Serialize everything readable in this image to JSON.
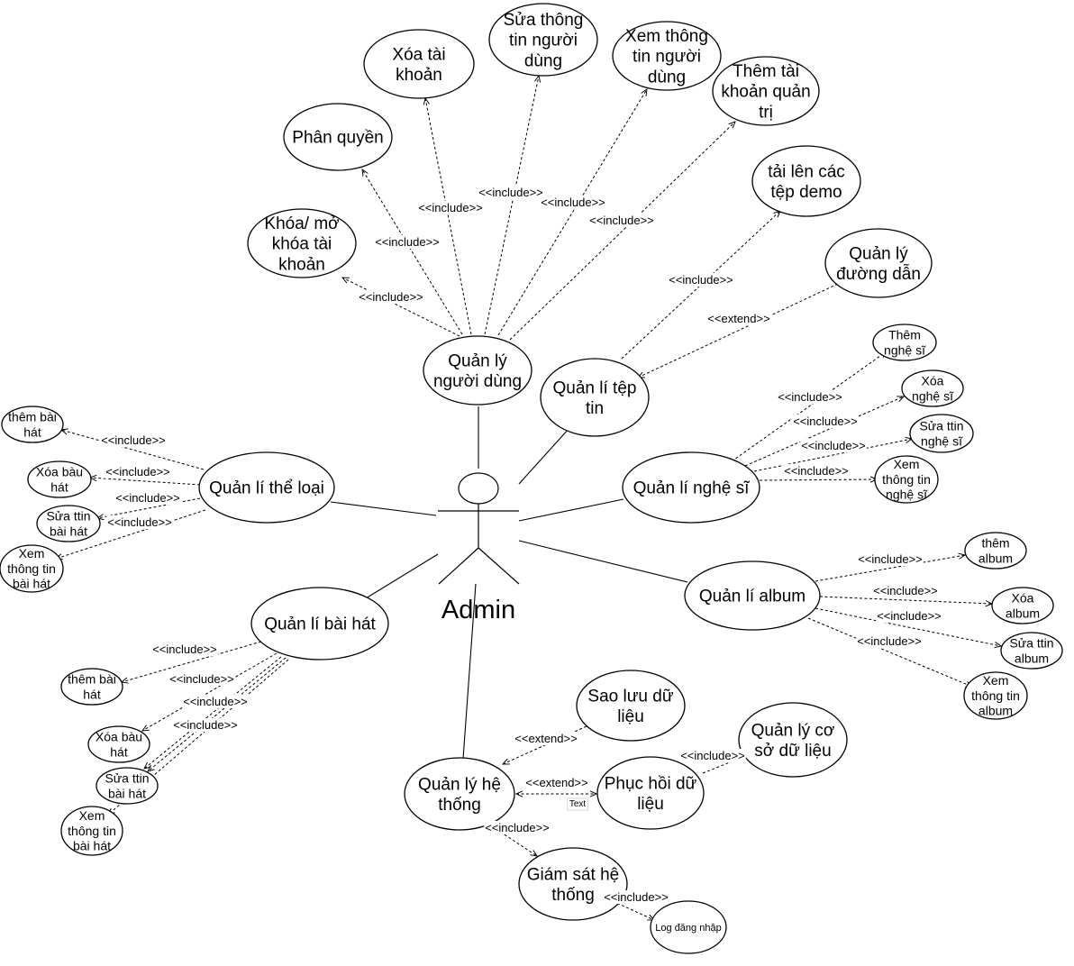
{
  "actor": {
    "name": "Admin"
  },
  "main_usecases": {
    "user_mgmt": "Quản lý người dùng",
    "file_mgmt": "Quản lí tệp tin",
    "genre_mgmt": "Quản lí thể loại",
    "artist_mgmt": "Quản lí nghệ sĩ",
    "album_mgmt": "Quản lí album",
    "song_mgmt": "Quản lí bài hát",
    "system_mgmt": "Quản lý hệ thống"
  },
  "user_sub": {
    "lock": "Khóa/ mở khóa tài khoản",
    "perm": "Phân quyền",
    "delete": "Xóa tài khoản",
    "edit": "Sửa thông tin người dùng",
    "view": "Xem thông tin người dùng",
    "add_admin": "Thêm tài khoản quản trị"
  },
  "file_sub": {
    "upload": "tải lên các tệp demo",
    "path": "Quản lý đường dẫn"
  },
  "artist_sub": {
    "add": "Thêm nghệ sĩ",
    "delete": "Xóa nghệ sĩ",
    "edit": "Sửa ttin nghệ sĩ",
    "view": "Xem thông tin nghệ sĩ"
  },
  "genre_sub": {
    "add": "thêm bài hát",
    "delete": "Xóa bàu hát",
    "edit": "Sửa ttin bài hát",
    "view": "Xem thông tin bài hát"
  },
  "album_sub": {
    "add": "thêm album",
    "delete": "Xóa album",
    "edit": "Sửa ttin album",
    "view": "Xem thông tin album"
  },
  "song_sub": {
    "add": "thêm bài hát",
    "delete": "Xóa bàu hát",
    "edit": "Sửa ttin bài hát",
    "view": "Xem thông tin bài hát"
  },
  "system_sub": {
    "backup": "Sao lưu dữ liệu",
    "restore": "Phục hồi dữ liệu",
    "db": "Quản lý cơ sở dữ liệu",
    "monitor": "Giám sát hệ thống",
    "login_log": "Log đăng nhập"
  },
  "stereotypes": {
    "include": "<<include>>",
    "extend": "<<extend>>"
  },
  "note": "Text"
}
